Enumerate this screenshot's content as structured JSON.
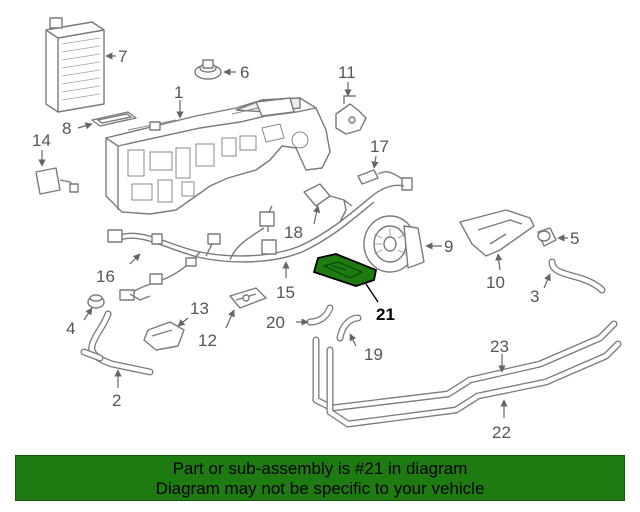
{
  "diagram": {
    "highlighted_part": "21",
    "highlight_color": "#1e7b12",
    "callouts": {
      "c1": "1",
      "c2": "2",
      "c3": "3",
      "c4": "4",
      "c5": "5",
      "c6": "6",
      "c7": "7",
      "c8": "8",
      "c9": "9",
      "c10": "10",
      "c11": "11",
      "c12": "12",
      "c13": "13",
      "c14": "14",
      "c15": "15",
      "c16": "16",
      "c17": "17",
      "c18": "18",
      "c19": "19",
      "c20": "20",
      "c21": "21",
      "c22": "22",
      "c23": "23"
    }
  },
  "banner": {
    "line1": "Part or sub-assembly is #21 in diagram",
    "line2": "Diagram may not be specific to your vehicle",
    "background": "#1e7b12"
  }
}
